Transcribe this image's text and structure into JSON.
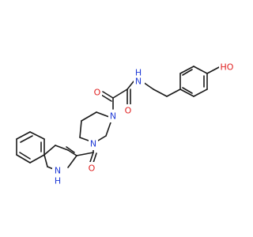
{
  "molecule": {
    "atoms": {
      "amide_nh": {
        "label": "N",
        "sub": "H",
        "color": "#1f3bd6"
      },
      "phenol_oh": {
        "label": "HO",
        "color": "#e02020"
      },
      "keto_o_left": {
        "label": "O",
        "color": "#e02020"
      },
      "keto_o_right": {
        "label": "O",
        "color": "#e02020"
      },
      "pip_n_top": {
        "label": "N",
        "color": "#1f3bd6"
      },
      "pip_n_bottom": {
        "label": "N",
        "color": "#1f3bd6"
      },
      "carbonyl_o": {
        "label": "O",
        "color": "#e02020"
      },
      "indole_nh_n": {
        "label": "N",
        "color": "#1f3bd6"
      },
      "indole_nh_h": {
        "label": "H",
        "color": "#1f3bd6"
      }
    },
    "bond_color": "#1a1a1a"
  }
}
